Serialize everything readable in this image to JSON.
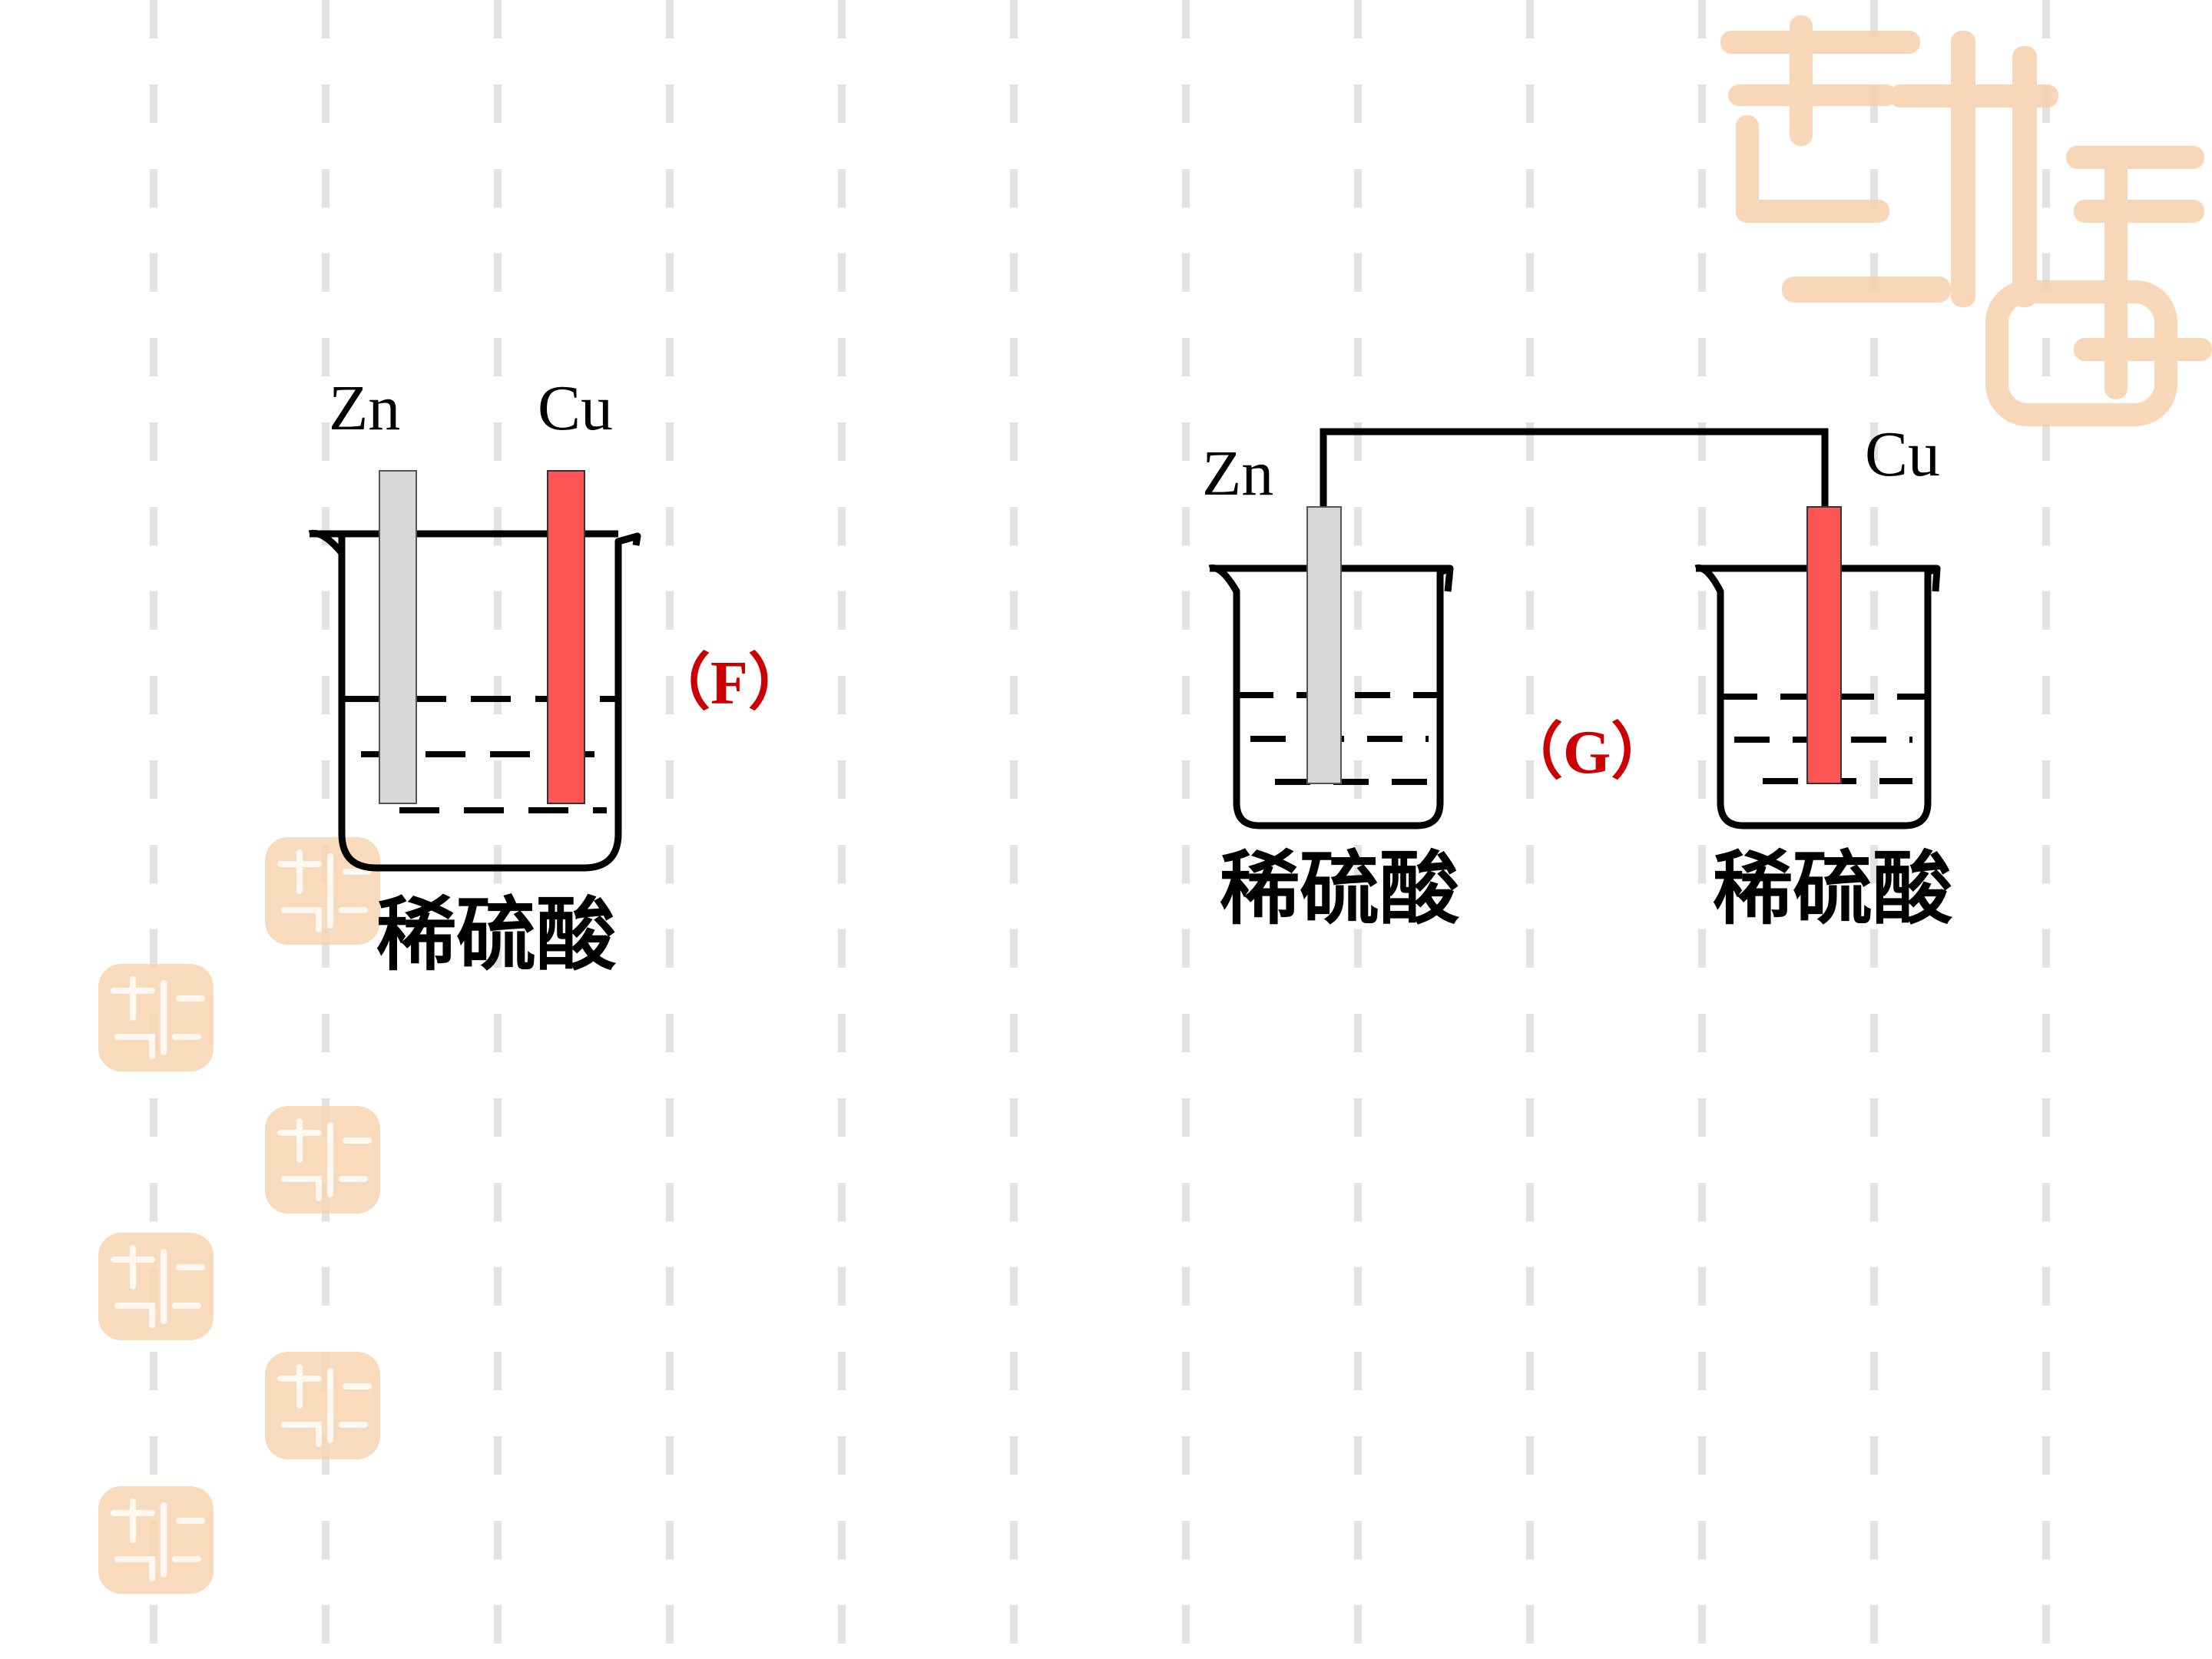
{
  "colors": {
    "zinc": "#d8d8d8",
    "copper": "#ff5555",
    "label_red": "#cc0000",
    "seal": "#f7d3b0",
    "grid_dash": "#e2e2e2"
  },
  "decor": {
    "seal_text": "吉祥如意"
  },
  "setup_f": {
    "label": "（F）",
    "anode": "Zn",
    "cathode": "Cu",
    "solution": "稀硫酸"
  },
  "setup_g": {
    "label": "（G）",
    "left_electrode": "Zn",
    "right_electrode": "Cu",
    "left_solution": "稀硫酸",
    "right_solution": "稀硫酸"
  }
}
